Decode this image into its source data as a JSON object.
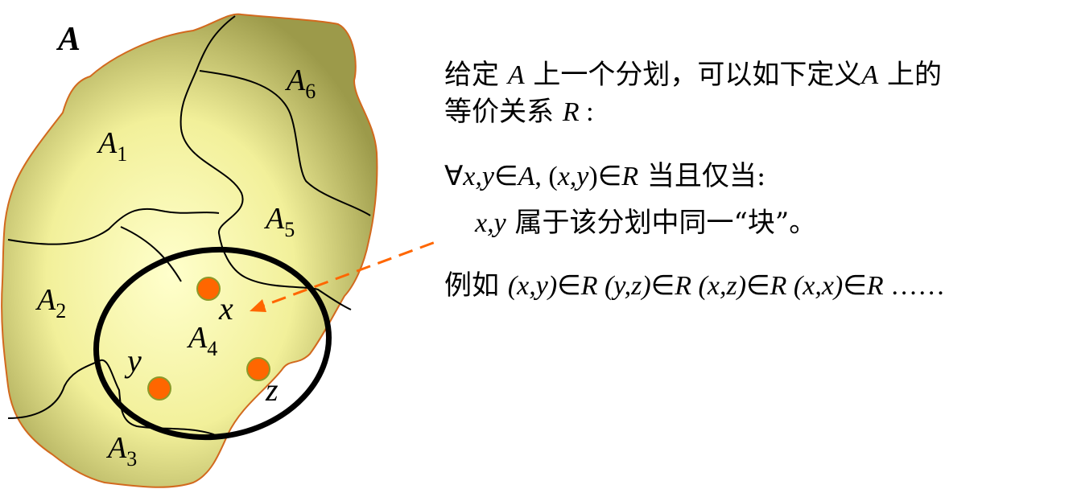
{
  "diagram": {
    "set_label": "A",
    "blocks": [
      {
        "letter": "A",
        "sub": "1"
      },
      {
        "letter": "A",
        "sub": "2"
      },
      {
        "letter": "A",
        "sub": "3"
      },
      {
        "letter": "A",
        "sub": "4"
      },
      {
        "letter": "A",
        "sub": "5"
      },
      {
        "letter": "A",
        "sub": "6"
      }
    ],
    "points": [
      {
        "label": "x"
      },
      {
        "label": "y"
      },
      {
        "label": "z"
      }
    ],
    "colors": {
      "set_outline": "#d2691e",
      "set_fill_center": "#ffffcc",
      "set_fill_edge": "#9c9a4a",
      "point_fill": "#ff6600",
      "arrow": "#ff6600"
    }
  },
  "text": {
    "line1": {
      "a": "给定 ",
      "b": "A",
      "c": " 上一个分划，可以如下定义",
      "d": "A",
      "e": " 上的"
    },
    "line2": {
      "a": "等价关系 ",
      "b": "R",
      "c": " :"
    },
    "line3": {
      "forall": "∀",
      "xy": "x,y",
      "in1": "∈",
      "A": "A",
      "comma": ", (",
      "xy2": "x,y",
      "close": ")∈",
      "R": "R",
      "rest": " 当且仅当:"
    },
    "line4": {
      "xy": "x,y",
      "rest": " 属于该分划中同一“块”。"
    },
    "line5": {
      "prefix": "例如 ",
      "p1": "(x,y)",
      "p2": "(y,z)",
      "p3": "(x,z)",
      "p4": "(x,x)",
      "in": "∈",
      "R": "R",
      "ellipsis": " ……"
    }
  }
}
